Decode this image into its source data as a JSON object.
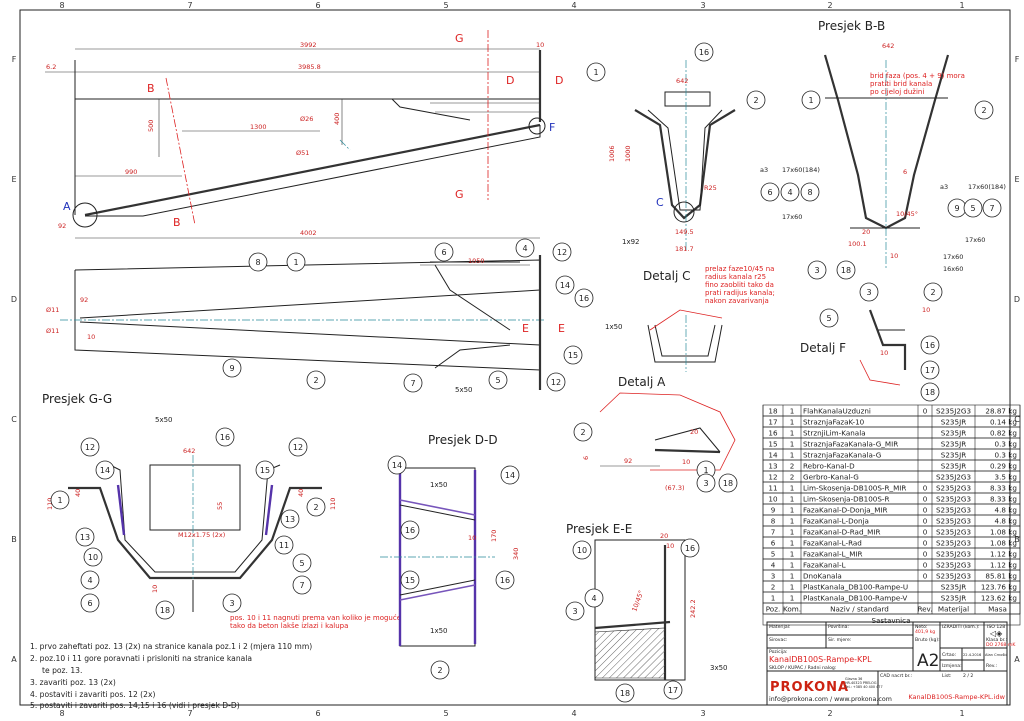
{
  "grid": {
    "columns": [
      "8",
      "7",
      "6",
      "5",
      "4",
      "3",
      "2",
      "1"
    ],
    "rows": [
      "F",
      "E",
      "D",
      "C",
      "B",
      "A"
    ]
  },
  "views": {
    "side": {
      "point_a": "A",
      "point_f": "F",
      "dims": {
        "overall_top": "3992",
        "top_offset": "6.2",
        "inner_len": "3985.8",
        "end": "10",
        "h500": "500",
        "d1300": "1300",
        "h400": "400",
        "d990": "990",
        "dia26": "Ø26",
        "dia51": "Ø51",
        "d92": "92",
        "bottom": "4002"
      },
      "cut_b": "B",
      "cut_g": "G",
      "cut_d": "D"
    },
    "top": {
      "dims": {
        "d1050": "1050",
        "d92": "92",
        "dia11a": "Ø11",
        "dia11b": "Ø11",
        "d10": "10"
      },
      "cut_e": "E",
      "weld1": "1x50",
      "weld2": "5x50"
    },
    "end_view": {
      "dims": {
        "w642": "642",
        "h1006": "1006",
        "h1000": "1000",
        "r25": "R25",
        "b149": "149.5",
        "b181": "181.7"
      },
      "point_c": "C",
      "weld": "1x92"
    },
    "section_bb": {
      "title": "Presjek B-B",
      "w642": "642",
      "note": [
        "brid faza (pos. 4 + 9) mora",
        "pratiti brid kanala",
        "po cijeloj dužini"
      ],
      "welds": [
        "17x60(184)",
        "17x60(184)",
        "17x60",
        "17x60",
        "17x60",
        "16x60"
      ],
      "a3": "a3",
      "d6": "6",
      "angle": "10/45°",
      "d20": "20",
      "d100": "100.1",
      "d10": "10"
    },
    "detail_c": {
      "title": "Detalj C",
      "note": [
        "prelaz faze10/45 na",
        "radius kanala r25",
        "fino zaobliti tako da",
        "prati radijus kanala;",
        "nakon zavarivanja"
      ]
    },
    "detail_f": {
      "title": "Detalj F",
      "d10a": "10",
      "d10b": "10"
    },
    "detail_a": {
      "title": "Detalj A",
      "d20": "20",
      "d6": "6",
      "d92": "92",
      "d67": "(67.3)",
      "d10": "10"
    },
    "section_gg": {
      "title": "Presjek G-G",
      "weld": "5x50",
      "w642": "642",
      "h40a": "40",
      "h40b": "40",
      "h110a": "110",
      "h110b": "110",
      "h55": "55",
      "thread": "M12x1.75 (2x)",
      "d10": "10",
      "note": [
        "pos. 10 i 11 nagnuti prema van koliko je moguće",
        "tako da beton lakše izlazi i kalupa"
      ]
    },
    "section_dd": {
      "title": "Presjek D-D",
      "weld1": "1x50",
      "weld2": "1x50",
      "h170": "170",
      "h340": "340",
      "d10": "10"
    },
    "section_ee": {
      "title": "Presjek E-E",
      "d20": "20",
      "d10": "10",
      "angle": "10/45°",
      "h242": "242.2",
      "weld": "3x50"
    }
  },
  "notes": [
    "1. prvo zaheftati poz. 13 (2x) na stranice kanala poz.1 i 2 (mjera 110 mm)",
    "2. poz.10 i 11 gore poravnati i prisloniti na stranice kanala",
    "    te poz. 13.",
    "3. zavariti poz. 13 (2x)",
    "4. postaviti i zavariti pos. 12 (2x)",
    "5. postaviti i zavariti pos. 14,15 i 16 (vidi i presjek D-D)"
  ],
  "parts_list": {
    "title": "Sastavnica",
    "headers": [
      "Poz.",
      "Kom.",
      "Naziv / standard",
      "Rev.",
      "Materijal",
      "Masa"
    ],
    "rows": [
      [
        "18",
        "1",
        "FlahKanalaUzduzni",
        "0",
        "S235J2G3",
        "28.87 kg"
      ],
      [
        "17",
        "1",
        "StraznjaFazaK-10",
        "",
        "S235JR",
        "0.14 kg"
      ],
      [
        "16",
        "1",
        "StrznjiLim-Kanala",
        "",
        "S235JR",
        "0.82 kg"
      ],
      [
        "15",
        "1",
        "StraznjaFazaKanala-G_MIR",
        "",
        "S235JR",
        "0.3 kg"
      ],
      [
        "14",
        "1",
        "StraznjaFazaKanala-G",
        "",
        "S235JR",
        "0.3 kg"
      ],
      [
        "13",
        "2",
        "Rebro-Kanal-D",
        "",
        "S235JR",
        "0.29 kg"
      ],
      [
        "12",
        "2",
        "Gerbro-Kanal-G",
        "",
        "S235J2G3",
        "3.5 kg"
      ],
      [
        "11",
        "1",
        "Lim-Skosenja-DB100S-R_MIR",
        "0",
        "S235J2G3",
        "8.33 kg"
      ],
      [
        "10",
        "1",
        "Lim-Skosenja-DB100S-R",
        "0",
        "S235J2G3",
        "8.33 kg"
      ],
      [
        "9",
        "1",
        "FazaKanal-D-Donja_MIR",
        "0",
        "S235J2G3",
        "4.8 kg"
      ],
      [
        "8",
        "1",
        "FazaKanal-L-Donja",
        "0",
        "S235J2G3",
        "4.8 kg"
      ],
      [
        "7",
        "1",
        "FazaKanal-D-Rad_MIR",
        "0",
        "S235J2G3",
        "1.08 kg"
      ],
      [
        "6",
        "1",
        "FazaKanal-L-Rad",
        "0",
        "S235J2G3",
        "1.08 kg"
      ],
      [
        "5",
        "1",
        "FazaKanal-L_MIR",
        "0",
        "S235J2G3",
        "1.12 kg"
      ],
      [
        "4",
        "1",
        "FazaKanal-L",
        "0",
        "S235J2G3",
        "1.12 kg"
      ],
      [
        "3",
        "1",
        "DnoKanala",
        "0",
        "S235J2G3",
        "85.81 kg"
      ],
      [
        "2",
        "1",
        "PlastKanala_DB100-Rampe-U",
        "",
        "S235JR",
        "123.76 kg"
      ],
      [
        "1",
        "1",
        "PlastKanala_DB100-Rampe-V",
        "",
        "S235JR",
        "123.62 kg"
      ]
    ]
  },
  "title_block": {
    "materijal_label": "Materijal:",
    "povrsina_label": "Površina:",
    "neto_label": "Neto:",
    "neto_value": "401,9 kg",
    "izraditi_label": "IZRADITI (kom.):",
    "iso": "ISO 128",
    "sirovac_label": "Sirovac:",
    "sir_mjere_label": "Sir. mjere:",
    "bruto_label": "Bruto (kg):",
    "klasa_label": "Klasa br.:",
    "klasa_value": "DO 2768-mK",
    "pozicija_label": "Pozicija:",
    "pozicija_value": "KanalDB100S-Rampe-KPL",
    "sklop_label": "SKLOP / KUPAC / Radni nalog:",
    "format": "A2",
    "crtao_label": "Crtao:",
    "crtao_date": "22.4.2016",
    "crtao_name": "Alan Crnošić",
    "izmjena_label": "Izmjena:",
    "list_label": "List:",
    "list_value": "2 / 2",
    "rev_label": "Rev.:",
    "company": "PROKONA",
    "address": [
      "Glavna 36",
      "HR-40323 PRELOG",
      "Tel.: +385 40 400 477"
    ],
    "contact": "info@prokona.com / www.prokona.com",
    "cad_label": "CAD nacrt br.:",
    "cad_value": "KanalDB100S-Rampe-KPL.idw"
  },
  "colors": {
    "dimension": "#cc2222",
    "centerline": "#2a8a9a",
    "weld_plate": "#5533aa",
    "label_blue": "#2233bb"
  }
}
